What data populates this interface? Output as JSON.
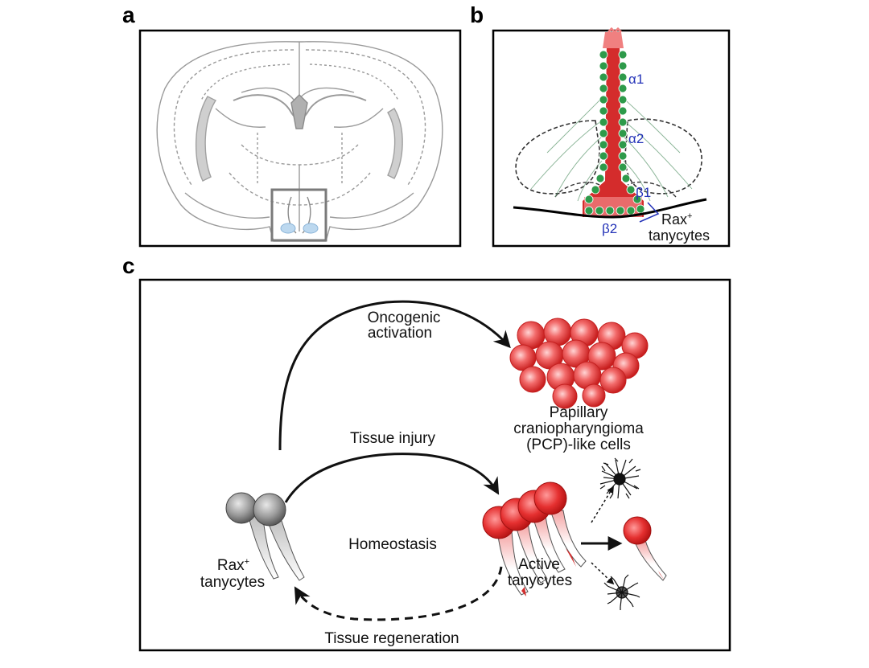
{
  "panels": {
    "a": {
      "label": "a"
    },
    "b": {
      "label": "b",
      "subtypes": {
        "alpha1": "α1",
        "alpha2": "α2",
        "beta1": "β1",
        "beta2": "β2"
      },
      "rax_label": "Rax",
      "rax_sup": "+",
      "tanycytes_label": "tanycytes"
    },
    "c": {
      "label": "c",
      "oncogenic_line1": "Oncogenic",
      "oncogenic_line2": "activation",
      "pcp_line1": "Papillary",
      "pcp_line2": "craniopharyngioma",
      "pcp_line3": "(PCP)-like cells",
      "tissue_injury": "Tissue injury",
      "homeostasis": "Homeostasis",
      "rax_label": "Rax",
      "rax_sup": "+",
      "tanycytes_label": "tanycytes",
      "active_line1": "Active",
      "active_line2": "tanycytes",
      "tissue_regeneration": "Tissue regeneration"
    }
  },
  "colors": {
    "green": "#2e9a4a",
    "red": "#d42c2c",
    "pink": "#f08080",
    "blue_text": "#2433b8",
    "brain_gray": "#9a9a9a"
  }
}
